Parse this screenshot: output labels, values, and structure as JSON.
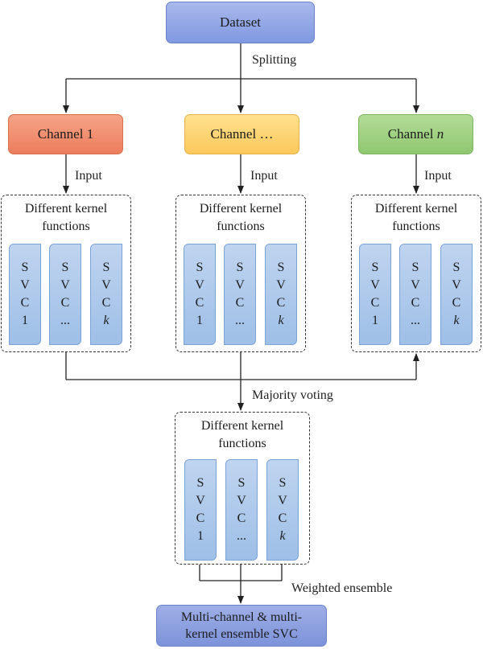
{
  "dataset": {
    "label": "Dataset"
  },
  "edges": {
    "splitting": "Splitting",
    "input": "Input",
    "majority_voting": "Majority voting",
    "weighted_ensemble": "Weighted ensemble"
  },
  "channels": [
    {
      "label": "Channel 1",
      "color": "#ef8a68"
    },
    {
      "label": "Channel …",
      "color": "#fdd06f"
    },
    {
      "label": "Channel ",
      "label_italic": "n",
      "color": "#9dcf7e"
    }
  ],
  "group": {
    "title_line1": "Different kernel",
    "title_line2": "functions",
    "svc": [
      {
        "l1": "S",
        "l2": "V",
        "l3": "C",
        "l4": "1",
        "italic_last": false
      },
      {
        "l1": "S",
        "l2": "V",
        "l3": "C",
        "l4": "...",
        "italic_last": false
      },
      {
        "l1": "S",
        "l2": "V",
        "l3": "C",
        "l4": "k",
        "italic_last": true
      }
    ]
  },
  "final": {
    "line1": "Multi-channel & multi-",
    "line2": "kernel ensemble SVC"
  },
  "colors": {
    "dataset": "#8fa5e5",
    "svc": "#a9c6ea",
    "final": "#8a9fe0"
  }
}
